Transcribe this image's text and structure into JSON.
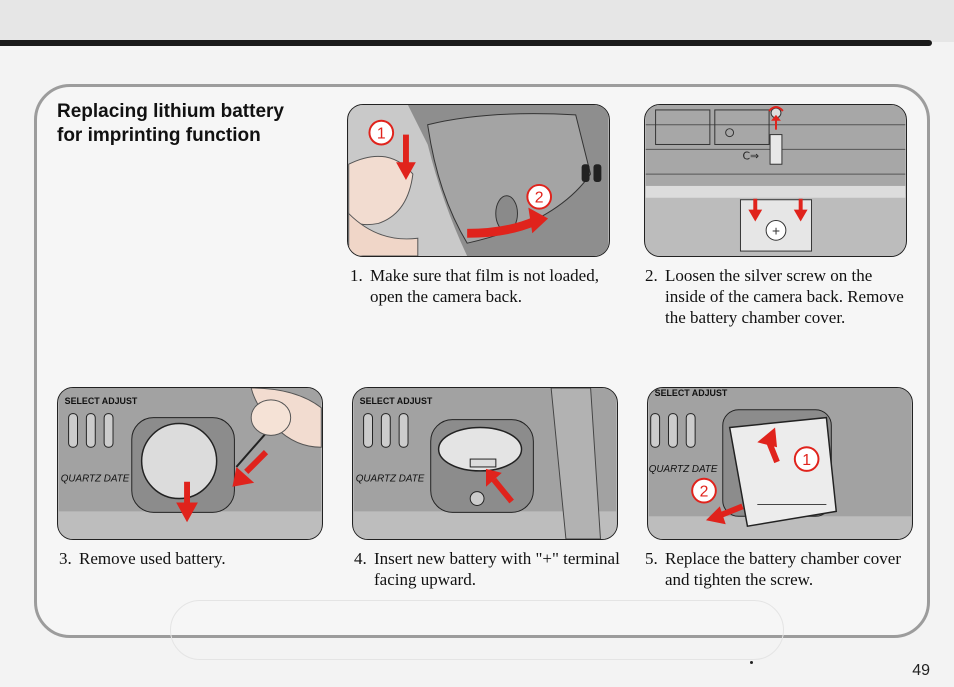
{
  "section_title": "Replacing lithium battery for imprinting function",
  "steps": [
    {
      "num": "1.",
      "text": "Make sure that film is not loaded, open the camera back."
    },
    {
      "num": "2.",
      "text": "Loosen the silver screw on the inside of the camera back. Remove the battery chamber cover."
    },
    {
      "num": "3.",
      "text": "Remove used battery."
    },
    {
      "num": "4.",
      "text": "Insert new battery with \"+\" terminal facing upward."
    },
    {
      "num": "5.",
      "text": "Replace the battery chamber cover and tighten the screw."
    }
  ],
  "figure_labels": {
    "callout_1": "1",
    "callout_2": "2",
    "select_adjust": "SELECT ADJUST",
    "quartz_date": "QUARTZ DATE",
    "plus_sign": "+"
  },
  "page_number": "49",
  "colors": {
    "arrow_red": "#e0231c",
    "camera_gray": "#a9a9a9",
    "border_gray": "#9c9c9c"
  }
}
